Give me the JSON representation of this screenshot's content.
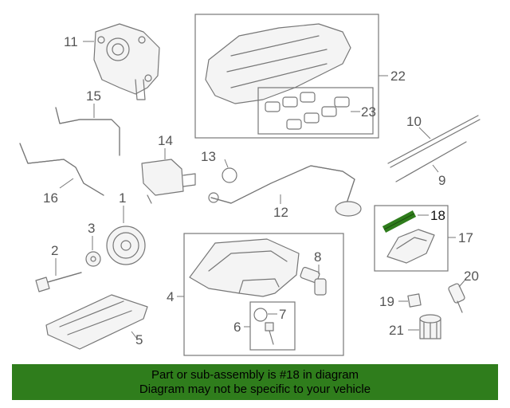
{
  "labels": {
    "p1": "1",
    "p2": "2",
    "p3": "3",
    "p4": "4",
    "p5": "5",
    "p6": "6",
    "p7": "7",
    "p8": "8",
    "p9": "9",
    "p10": "10",
    "p11": "11",
    "p12": "12",
    "p13": "13",
    "p14": "14",
    "p15": "15",
    "p16": "16",
    "p17": "17",
    "p18": "18",
    "p19": "19",
    "p20": "20",
    "p21": "21",
    "p22": "22",
    "p23": "23"
  },
  "banner": {
    "line1": "Part or sub-assembly is #18 in diagram",
    "line2": "Diagram may not be specific to your vehicle"
  },
  "colors": {
    "banner_bg": "#2f7d1c",
    "highlight_part": "#2f7d1c",
    "line_art": "#777777"
  }
}
